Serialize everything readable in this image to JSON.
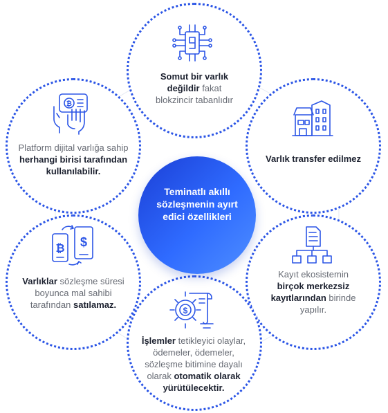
{
  "center": {
    "label": "Teminatlı akıllı sözleşmenin ayırt edici özellikleri"
  },
  "nodes": [
    {
      "icon": "circuit-chip-icon",
      "parts": [
        {
          "text": "Somut bir varlık değildir",
          "bold": true
        },
        {
          "text": " fakat blokzincir tabanlıdır",
          "bold": false
        }
      ]
    },
    {
      "icon": "building-icon",
      "parts": [
        {
          "text": "Varlık transfer edilmez",
          "bold": true
        }
      ]
    },
    {
      "icon": "hierarchy-document-icon",
      "parts": [
        {
          "text": "Kayıt ekosistemin ",
          "bold": false
        },
        {
          "text": "birçok merkezsiz kayıtlarından",
          "bold": true
        },
        {
          "text": " birinde yapılır.",
          "bold": false
        }
      ]
    },
    {
      "icon": "dollar-gear-document-icon",
      "parts": [
        {
          "text": "İşlemler",
          "bold": true
        },
        {
          "text": " tetikleyici olaylar, ödemeler, ödemeler, sözleşme bitimine dayalı olarak ",
          "bold": false
        },
        {
          "text": "otomatik olarak yürütülecektir.",
          "bold": true
        }
      ]
    },
    {
      "icon": "bitcoin-dollar-phones-icon",
      "parts": [
        {
          "text": "Varlıklar",
          "bold": true
        },
        {
          "text": " sözleşme süresi boyunca mal sahibi tarafından ",
          "bold": false
        },
        {
          "text": "satılamaz.",
          "bold": true
        }
      ]
    },
    {
      "icon": "hands-phone-bitcoin-icon",
      "parts": [
        {
          "text": "Platform dijital varlığa sahip ",
          "bold": false
        },
        {
          "text": "herhangi birisi tarafından kullanılabilir.",
          "bold": true
        }
      ]
    }
  ],
  "colors": {
    "accent": "#2b55e6",
    "center_start": "#1b3fd6",
    "center_end": "#4f8fff",
    "text": "#666a73",
    "bold_text": "#1d2230"
  }
}
